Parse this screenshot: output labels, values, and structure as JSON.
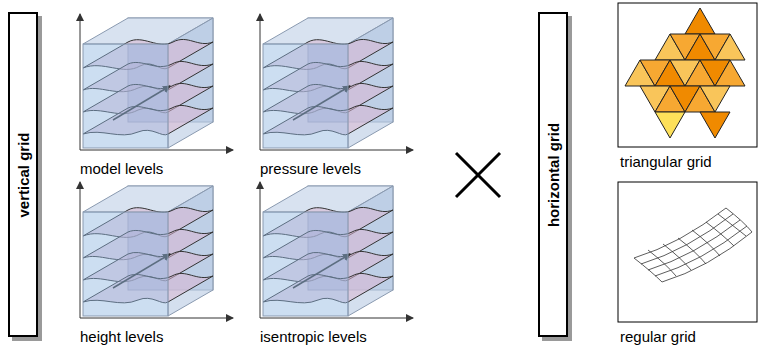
{
  "diagram": {
    "nodes": [
      {
        "text": [
          "vertical grid"
        ]
      },
      {
        "text": [
          "horizontal grid"
        ]
      }
    ],
    "labels": [
      "model levels",
      "pressure levels",
      "height levels",
      "isentropic levels",
      "triangular grid",
      "regular grid"
    ]
  }
}
